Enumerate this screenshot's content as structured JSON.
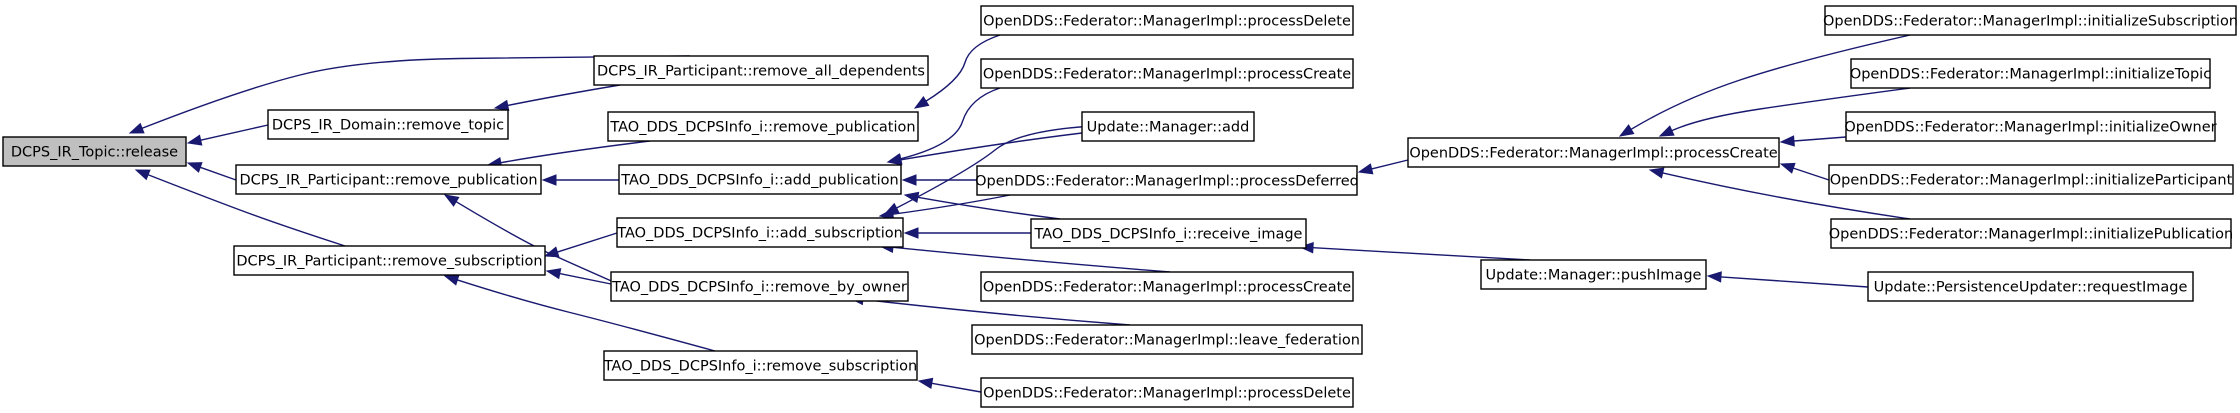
{
  "nodes": [
    {
      "id": "n0",
      "label": "DCPS_IR_Topic::release",
      "root": true
    },
    {
      "id": "n1",
      "label": "DCPS_IR_Participant::remove_all_dependents"
    },
    {
      "id": "n2",
      "label": "DCPS_IR_Domain::remove_topic"
    },
    {
      "id": "n3",
      "label": "DCPS_IR_Participant::remove_publication"
    },
    {
      "id": "n4",
      "label": "DCPS_IR_Participant::remove_subscription"
    },
    {
      "id": "n5",
      "label": "TAO_DDS_DCPSInfo_i::remove_publication"
    },
    {
      "id": "n6",
      "label": "TAO_DDS_DCPSInfo_i::add_publication"
    },
    {
      "id": "n7",
      "label": "TAO_DDS_DCPSInfo_i::add_subscription"
    },
    {
      "id": "n8",
      "label": "TAO_DDS_DCPSInfo_i::remove_by_owner"
    },
    {
      "id": "n9",
      "label": "TAO_DDS_DCPSInfo_i::remove_subscription"
    },
    {
      "id": "n10",
      "label": "OpenDDS::Federator::ManagerImpl::processDelete"
    },
    {
      "id": "n11",
      "label": "OpenDDS::Federator::ManagerImpl::processCreate"
    },
    {
      "id": "n12",
      "label": "Update::Manager::add"
    },
    {
      "id": "n13",
      "label": "OpenDDS::Federator::ManagerImpl::processDeferred"
    },
    {
      "id": "n14",
      "label": "TAO_DDS_DCPSInfo_i::receive_image"
    },
    {
      "id": "n15",
      "label": "OpenDDS::Federator::ManagerImpl::processCreate"
    },
    {
      "id": "n16",
      "label": "OpenDDS::Federator::ManagerImpl::leave_federation"
    },
    {
      "id": "n17",
      "label": "OpenDDS::Federator::ManagerImpl::processDelete"
    },
    {
      "id": "n18",
      "label": "OpenDDS::Federator::ManagerImpl::processCreate"
    },
    {
      "id": "n19",
      "label": "Update::Manager::pushImage"
    },
    {
      "id": "n20",
      "label": "OpenDDS::Federator::ManagerImpl::initializeSubscription"
    },
    {
      "id": "n21",
      "label": "OpenDDS::Federator::ManagerImpl::initializeTopic"
    },
    {
      "id": "n22",
      "label": "OpenDDS::Federator::ManagerImpl::initializeOwner"
    },
    {
      "id": "n23",
      "label": "OpenDDS::Federator::ManagerImpl::initializeParticipant"
    },
    {
      "id": "n24",
      "label": "OpenDDS::Federator::ManagerImpl::initializePublication"
    },
    {
      "id": "n25",
      "label": "Update::PersistenceUpdater::requestImage"
    }
  ],
  "edges": [
    {
      "from": "n1",
      "to": "n0"
    },
    {
      "from": "n2",
      "to": "n0"
    },
    {
      "from": "n3",
      "to": "n0"
    },
    {
      "from": "n4",
      "to": "n0"
    },
    {
      "from": "n1",
      "to": "n2"
    },
    {
      "from": "n5",
      "to": "n3"
    },
    {
      "from": "n6",
      "to": "n3"
    },
    {
      "from": "n8",
      "to": "n3"
    },
    {
      "from": "n7",
      "to": "n4"
    },
    {
      "from": "n8",
      "to": "n4"
    },
    {
      "from": "n9",
      "to": "n4"
    },
    {
      "from": "n10",
      "to": "n5"
    },
    {
      "from": "n11",
      "to": "n6"
    },
    {
      "from": "n12",
      "to": "n6"
    },
    {
      "from": "n13",
      "to": "n6"
    },
    {
      "from": "n14",
      "to": "n6"
    },
    {
      "from": "n12",
      "to": "n7"
    },
    {
      "from": "n13",
      "to": "n7"
    },
    {
      "from": "n14",
      "to": "n7"
    },
    {
      "from": "n15",
      "to": "n7"
    },
    {
      "from": "n16",
      "to": "n8"
    },
    {
      "from": "n17",
      "to": "n9"
    },
    {
      "from": "n18",
      "to": "n13"
    },
    {
      "from": "n19",
      "to": "n14"
    },
    {
      "from": "n20",
      "to": "n18"
    },
    {
      "from": "n21",
      "to": "n18"
    },
    {
      "from": "n22",
      "to": "n18"
    },
    {
      "from": "n23",
      "to": "n18"
    },
    {
      "from": "n24",
      "to": "n18"
    },
    {
      "from": "n25",
      "to": "n19"
    }
  ],
  "colors": {
    "edge": "#191970",
    "root_fill": "#bfbfbf",
    "node_fill": "#ffffff",
    "border": "#000000"
  }
}
